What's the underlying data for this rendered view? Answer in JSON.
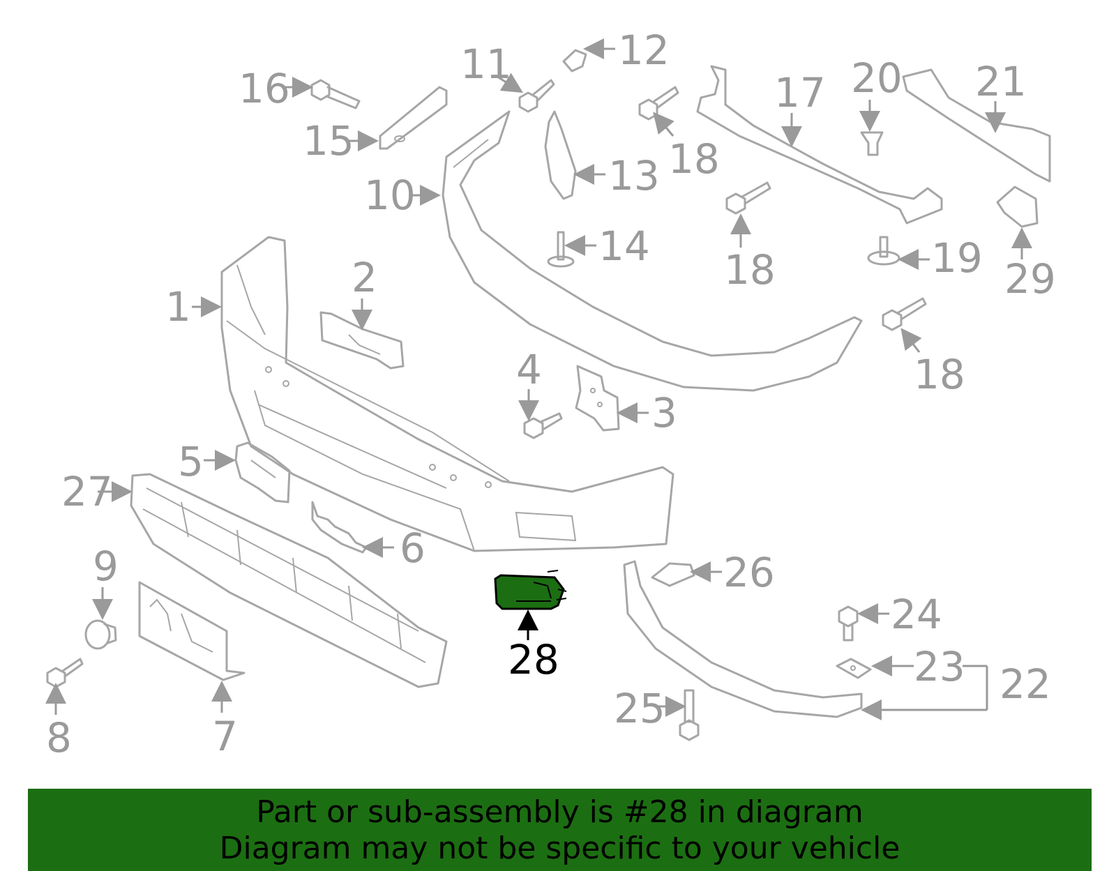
{
  "callouts": {
    "c1": "1",
    "c2": "2",
    "c3": "3",
    "c4": "4",
    "c5": "5",
    "c6": "6",
    "c7": "7",
    "c8": "8",
    "c9": "9",
    "c10": "10",
    "c11": "11",
    "c12": "12",
    "c13": "13",
    "c14": "14",
    "c15": "15",
    "c16": "16",
    "c17": "17",
    "c18a": "18",
    "c18b": "18",
    "c18c": "18",
    "c19": "19",
    "c20": "20",
    "c21": "21",
    "c22": "22",
    "c23": "23",
    "c24": "24",
    "c25": "25",
    "c26": "26",
    "c27": "27",
    "c28": "28",
    "c29": "29"
  },
  "highlight": {
    "part": "28",
    "color": "#1c6e12"
  },
  "banner": {
    "line1": "Part or sub-assembly is #28 in diagram",
    "line2": "Diagram may not be specific to your vehicle"
  }
}
